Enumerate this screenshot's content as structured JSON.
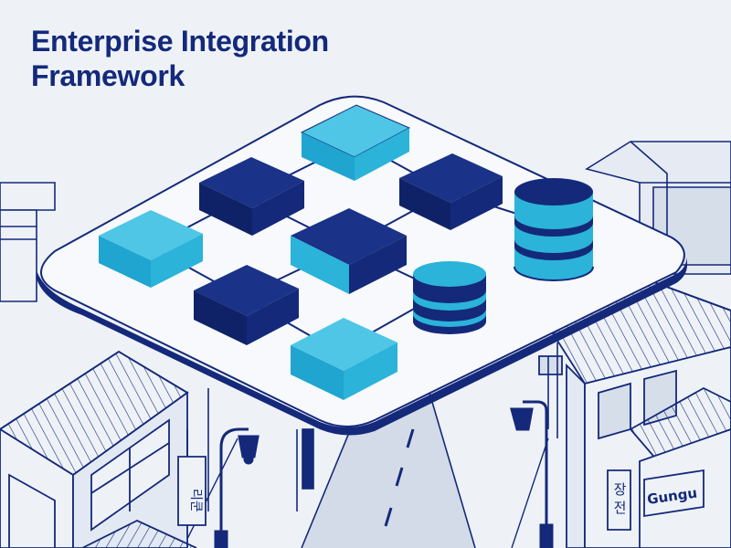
{
  "title": {
    "line1": "Enterprise Integration",
    "line2": "Framework"
  },
  "signs": {
    "left_sign": "리쿤",
    "right_sign": "장 전",
    "shop_sign": "Gungu"
  },
  "colors": {
    "navy": "#14297a",
    "cyan": "#2bb3d9",
    "street": "#b9c6da",
    "background": "#eef2f7"
  },
  "diagram": {
    "platform": "isometric-integration-platform",
    "modules": [
      "cyan-block",
      "navy-block",
      "navy-block",
      "cyan-block",
      "navy-block",
      "navy-block",
      "cyan-block"
    ],
    "databases": [
      "database-cylinder",
      "database-cylinder"
    ]
  }
}
